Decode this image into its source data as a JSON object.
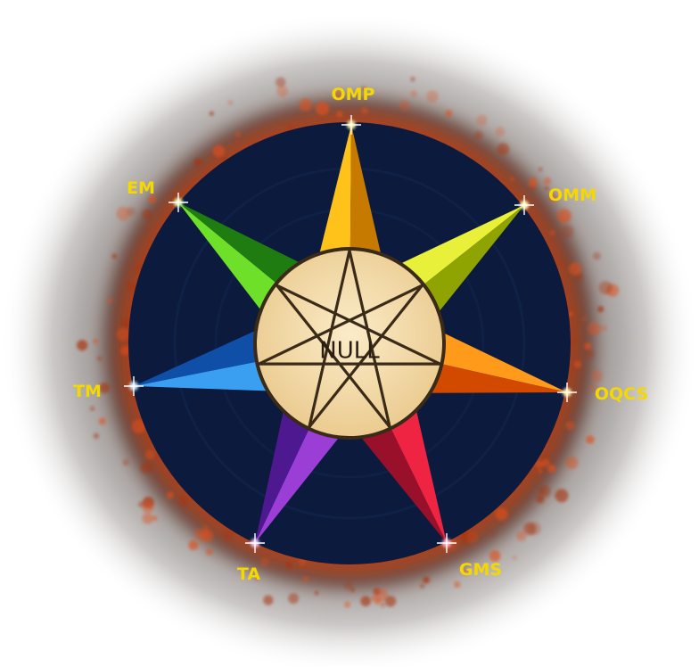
{
  "center": {
    "label": "NULL",
    "fill": "#f5deb0",
    "stroke": "#3a2a18"
  },
  "points": [
    {
      "id": "omp",
      "label": "OMP",
      "light": "#ffc21a",
      "dark": "#c77a00",
      "spark": "#fff6a0"
    },
    {
      "id": "omm",
      "label": "OMM",
      "light": "#e9f03a",
      "dark": "#8fa400",
      "spark": "#fffbb0"
    },
    {
      "id": "oqcs",
      "label": "OQCS",
      "light": "#ff9a1a",
      "dark": "#d24a00",
      "spark": "#ffe9a0"
    },
    {
      "id": "gms",
      "label": "GMS",
      "light": "#ef2443",
      "dark": "#99102a",
      "spark": "#ffb0c8"
    },
    {
      "id": "ta",
      "label": "TA",
      "light": "#9a3ed6",
      "dark": "#4e1890",
      "spark": "#e8c8ff"
    },
    {
      "id": "tm",
      "label": "TM",
      "light": "#3a9ff0",
      "dark": "#0f4fa8",
      "spark": "#c8e8ff"
    },
    {
      "id": "em",
      "label": "EM",
      "light": "#6fe02a",
      "dark": "#1f7c10",
      "spark": "#e0ffb0"
    }
  ],
  "colors": {
    "disc": "#0b1a3d",
    "disc_ring": "#13264f",
    "disc_inner": "#081228",
    "glow_outer": "#5a1c08",
    "glow_mid": "#c23a10",
    "label": "#f5d800"
  }
}
